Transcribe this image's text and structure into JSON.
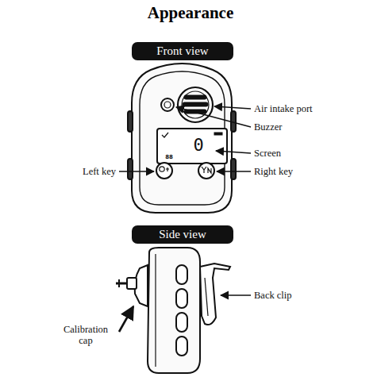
{
  "diagram": {
    "title": "Appearance",
    "nodes": [
      {
        "text": [
          "Front view"
        ]
      },
      {
        "text": [
          "Side view"
        ]
      }
    ],
    "labels": [
      "Air intake port",
      "Buzzer",
      "Screen",
      "Left key",
      "Right key",
      "0",
      "88",
      "Back clip",
      "Calibration cap"
    ]
  }
}
